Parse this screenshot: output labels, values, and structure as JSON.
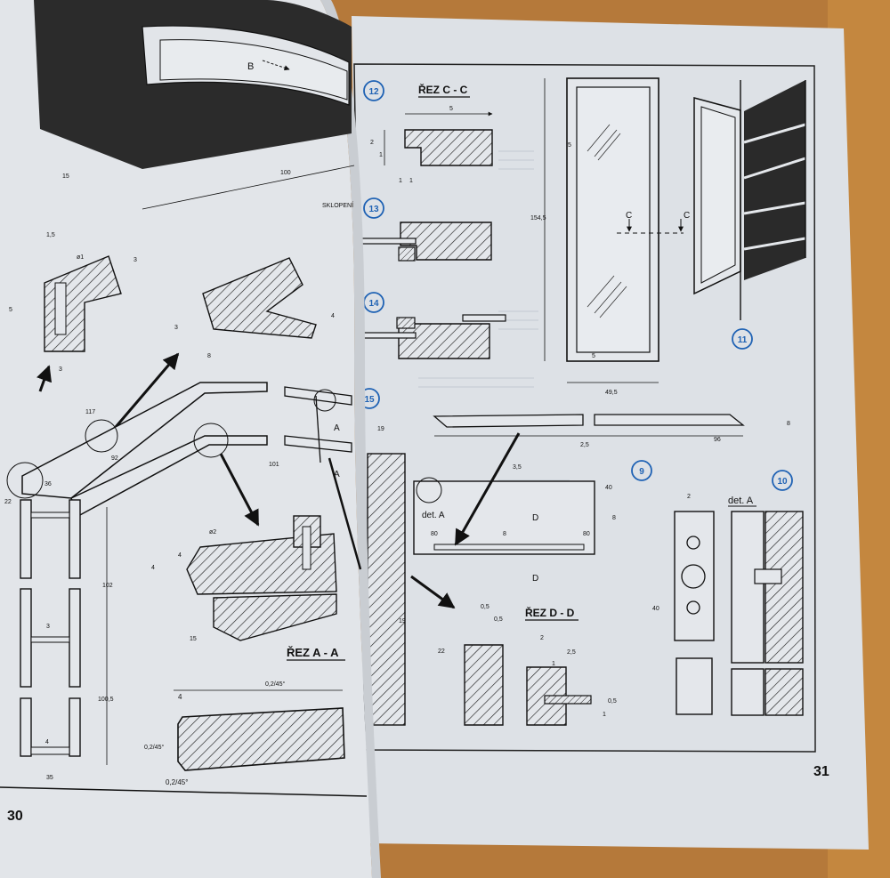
{
  "left_page": {
    "page_number": "30",
    "section_title": "ŘEZ A - A",
    "label_sklopeni": "SKLOPENÍ",
    "label_b": "B",
    "label_a": "A",
    "dims": [
      "15",
      "100",
      "1,5",
      "ø1",
      "3",
      "5",
      "4",
      "3",
      "3",
      "8",
      "117",
      "92",
      "101",
      "36",
      "22",
      "102",
      "100,5",
      "3",
      "4",
      "35",
      "ø2",
      "4",
      "4",
      "15",
      "0,2/45°",
      "4",
      "0,2/45°"
    ]
  },
  "right_page": {
    "page_number": "31",
    "figures": [
      "12",
      "13",
      "14",
      "15",
      "9",
      "10",
      "11"
    ],
    "titles": {
      "rez_cc": "ŘEZ C - C",
      "rez_dd": "ŘEZ D - D",
      "det_a": "det. A"
    },
    "labels": {
      "c": "C",
      "d": "D"
    },
    "dims": [
      "5",
      "2",
      "1",
      "1",
      "1",
      "154,5",
      "5",
      "49,5",
      "5",
      "19",
      "80",
      "2,5",
      "8",
      "96",
      "3,5",
      "40",
      "8",
      "80",
      "8",
      "19",
      "0,5",
      "0,5",
      "22",
      "2",
      "2,5",
      "1",
      "0,5",
      "1",
      "2",
      "40"
    ]
  },
  "colors": {
    "background": "#b77a3a",
    "paper": "#dfe3e8",
    "ink": "#1a1a1a",
    "accent": "#1f62b4"
  }
}
